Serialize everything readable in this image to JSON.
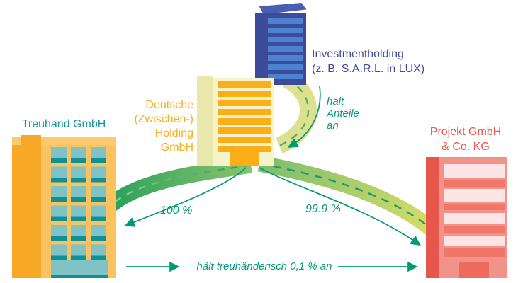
{
  "buildings": {
    "treuhand": {
      "label": "Treuhand GmbH",
      "color": "#15969a",
      "building_color": "#fbc25e"
    },
    "holding": {
      "lines": [
        "Deutsche",
        "(Zwischen-)",
        "Holding",
        "GmbH"
      ],
      "color": "#f8ae1c",
      "building_color": "#f5f3ca"
    },
    "invest": {
      "lines": [
        "Investmentholding",
        "(z. B. S.A.R.L. in LUX)"
      ],
      "color": "#3f4b9d",
      "building_color": "#3d4b9b"
    },
    "projekt": {
      "lines": [
        "Projekt GmbH",
        "& Co. KG"
      ],
      "color": "#f0544c",
      "building_color": "#f2938b"
    }
  },
  "annotations": {
    "haelt_anteile": {
      "lines": [
        "hält",
        "Anteile",
        "an"
      ]
    },
    "share_left": "100 %",
    "share_right": "99.9 %",
    "trustee": "hält treuhänderisch 0,1 % an"
  },
  "colors": {
    "annotation_green": "#009b76",
    "band_invest_to_holding": "#dce08f",
    "band_holding_to_treuhand_start": "#8ac46d",
    "band_holding_to_treuhand_end": "#2aa05b",
    "band_holding_to_projekt_start": "#7cbd6d",
    "band_holding_to_projekt_end": "#d8dc69"
  }
}
